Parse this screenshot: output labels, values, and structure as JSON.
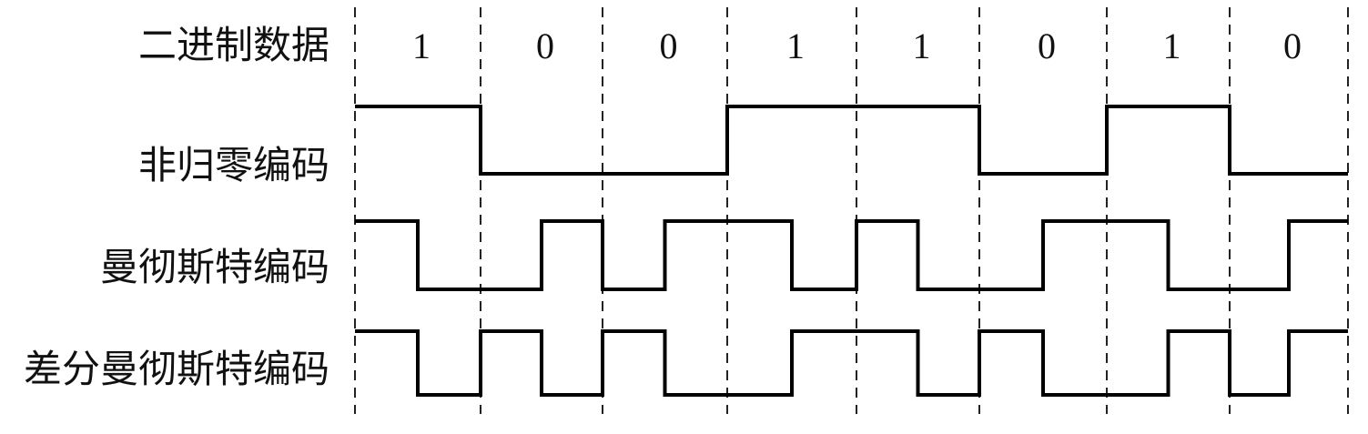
{
  "row_labels": {
    "binary": "二进制数据",
    "nrz": "非归零编码",
    "manchester": "曼彻斯特编码",
    "diff_manchester": "差分曼彻斯特编码"
  },
  "bits": [
    "1",
    "0",
    "0",
    "1",
    "1",
    "0",
    "1",
    "0"
  ],
  "signals": {
    "nrz": [
      "H",
      "L",
      "L",
      "H",
      "H",
      "L",
      "H",
      "L"
    ],
    "manchester": [
      [
        "H",
        "L"
      ],
      [
        "L",
        "H"
      ],
      [
        "L",
        "H"
      ],
      [
        "H",
        "L"
      ],
      [
        "H",
        "L"
      ],
      [
        "L",
        "H"
      ],
      [
        "H",
        "L"
      ],
      [
        "L",
        "H"
      ]
    ],
    "diff_manchester": [
      [
        "H",
        "L"
      ],
      [
        "H",
        "L"
      ],
      [
        "H",
        "L"
      ],
      [
        "L",
        "H"
      ],
      [
        "H",
        "L"
      ],
      [
        "H",
        "L"
      ],
      [
        "L",
        "H"
      ],
      [
        "L",
        "H"
      ]
    ]
  },
  "colors": {
    "waveform": "#000000",
    "gridline": "#222222",
    "text": "#111111"
  }
}
